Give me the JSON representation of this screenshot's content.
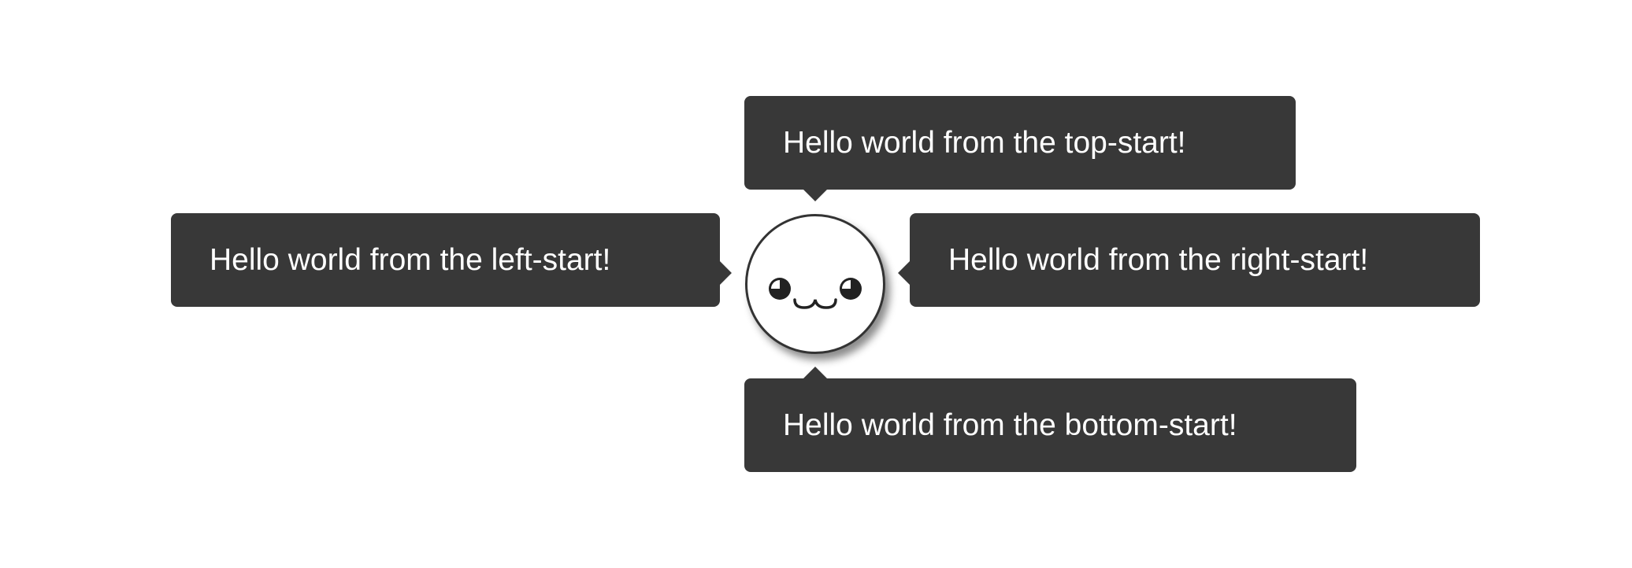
{
  "tooltips": {
    "left": "Hello world from the left-start!",
    "top": "Hello world from the top-start!",
    "right": "Hello world from the right-start!",
    "bottom": "Hello world from the bottom-start!"
  },
  "colors": {
    "tooltip_bg": "#383838",
    "tooltip_text": "#ffffff"
  }
}
